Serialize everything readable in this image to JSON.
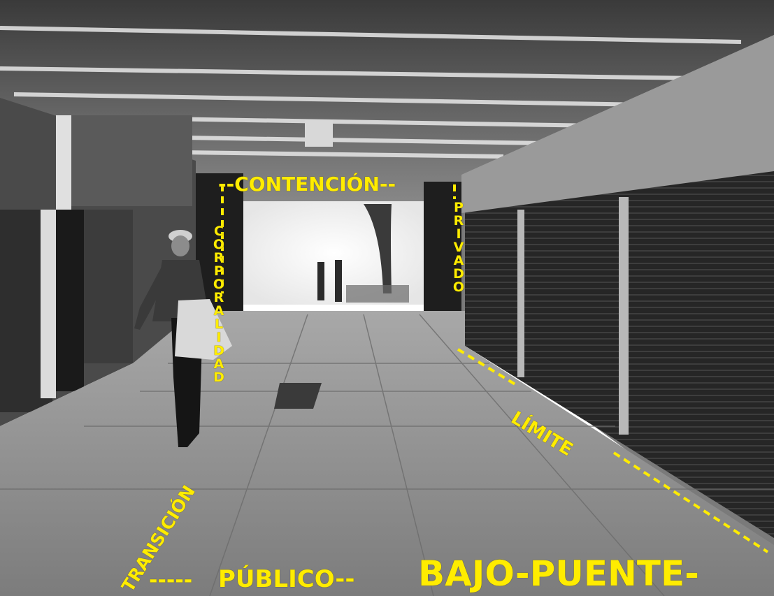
{
  "annotation_color": "#ffec00",
  "labels": {
    "contencion": "--CONTENCIÓN--",
    "corporalidad": "CORPORALIDAD",
    "privado": "PRIVADO",
    "limite": "LÍMITE",
    "transicion": "TRANSICIÓN",
    "publico": "PÚBLICO--",
    "bajo_puente": "BAJO-PUENTE-",
    "dashes_left": "-----"
  }
}
